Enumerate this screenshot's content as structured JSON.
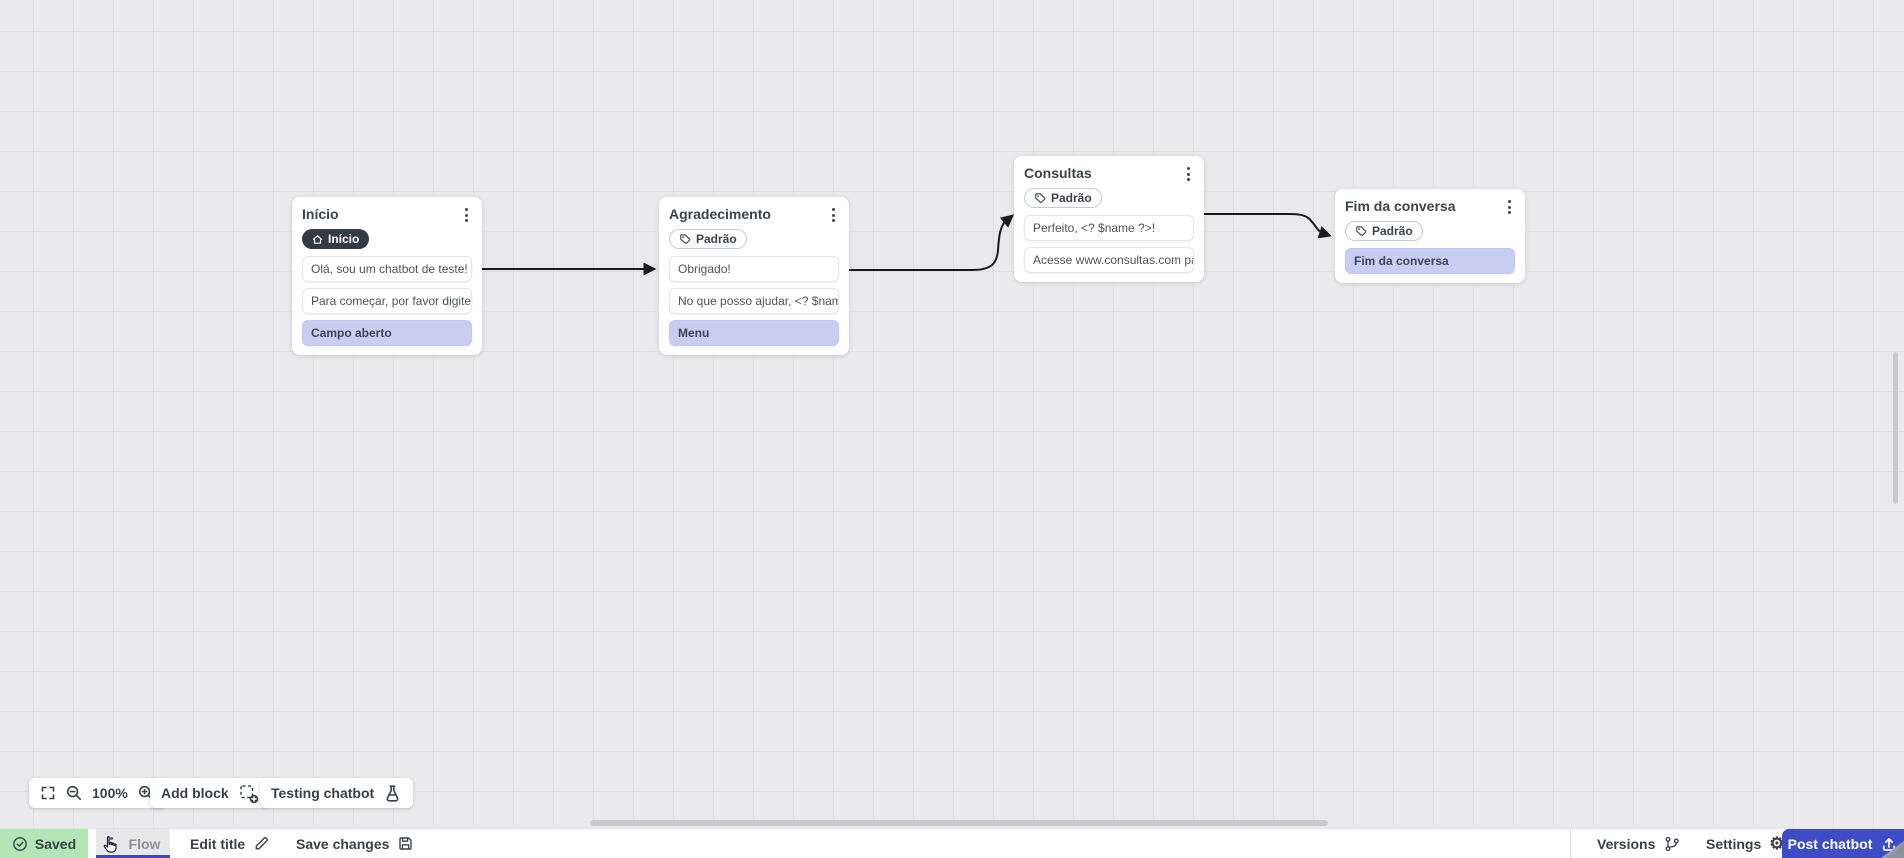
{
  "nodes": [
    {
      "title": "Início",
      "badge": {
        "icon": "home-icon",
        "label": "Início"
      },
      "rows": [
        {
          "kind": "message",
          "text": "Olá, sou um chatbot de teste!"
        },
        {
          "kind": "message",
          "text": "Para começar, por favor digite o ..."
        },
        {
          "kind": "action",
          "text": "Campo aberto"
        }
      ]
    },
    {
      "title": "Agradecimento",
      "badge": {
        "icon": "tag-icon",
        "label": "Padrão"
      },
      "rows": [
        {
          "kind": "message",
          "text": "Obrigado!"
        },
        {
          "kind": "message",
          "text": "No que posso ajudar, <? $name ..."
        },
        {
          "kind": "action",
          "text": "Menu"
        }
      ]
    },
    {
      "title": "Consultas",
      "badge": {
        "icon": "tag-icon",
        "label": "Padrão"
      },
      "rows": [
        {
          "kind": "message",
          "text": "Perfeito, <? $name ?>!"
        },
        {
          "kind": "message",
          "text": "Acesse www.consultas.com par..."
        }
      ]
    },
    {
      "title": "Fim da conversa",
      "badge": {
        "icon": "tag-icon",
        "label": "Padrão"
      },
      "rows": [
        {
          "kind": "action",
          "text": "Fim da conversa"
        }
      ]
    }
  ],
  "toolbar": {
    "zoom_level": "100%",
    "add_block_label": "Add block",
    "testing_label": "Testing chatbot"
  },
  "bottom_bar": {
    "saved_label": "Saved",
    "flow_tab_label": "Flow",
    "edit_title_label": "Edit title",
    "save_changes_label": "Save changes",
    "versions_label": "Versions",
    "settings_label": "Settings",
    "post_button_label": "Post chatbot"
  },
  "colors": {
    "accent_indigo": "#4145bf",
    "post_button_blue": "#3e4dc5",
    "saved_green": "#b4e5b7",
    "action_row_lavender": "#c8cef1",
    "dark_badge": "#343b47",
    "edge_black": "#1b1b1e",
    "canvas_gray": "#eaeaec"
  }
}
